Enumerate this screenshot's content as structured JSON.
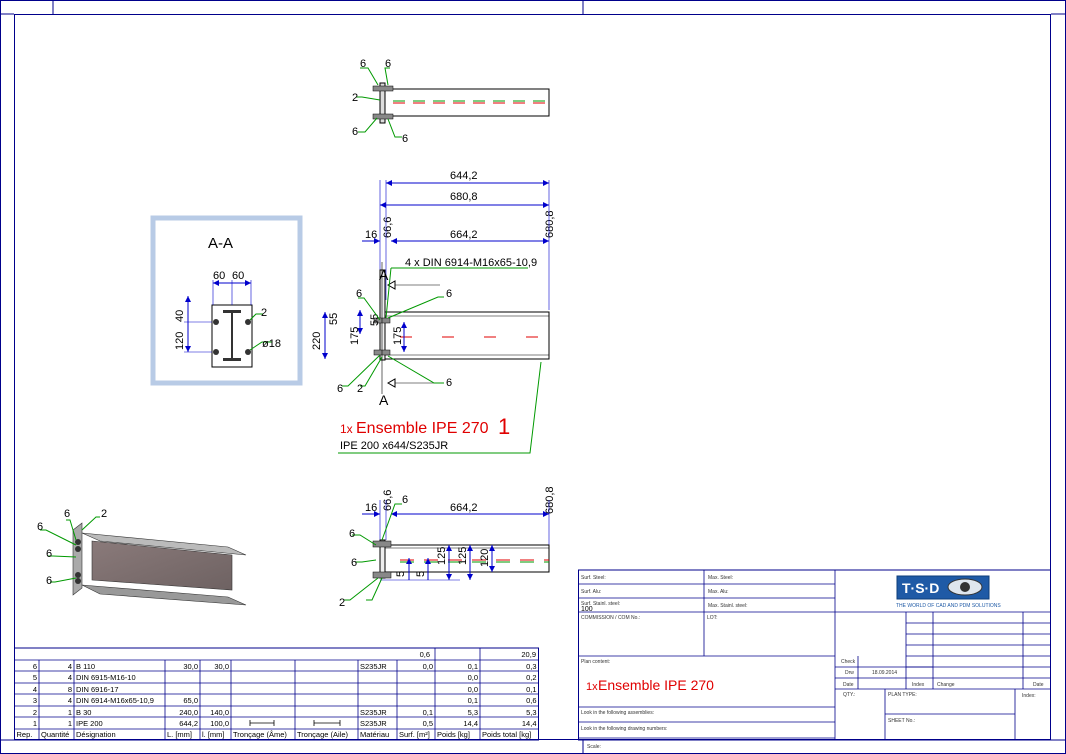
{
  "colors": {
    "dimension": "#0000cc",
    "leader": "#009900",
    "title_red": "#e00000",
    "frame": "#00008b"
  },
  "section": {
    "title": "A-A",
    "top_dims": [
      "60",
      "60"
    ],
    "left_dims": [
      "120",
      "40"
    ],
    "hole_label": "ø18",
    "part_label": "2"
  },
  "top_view": {
    "labels": [
      "6",
      "6",
      "2",
      "6",
      "6"
    ]
  },
  "front_view": {
    "dims": {
      "d1": "644,2",
      "d2": "680,8",
      "d3": "664,2",
      "d4": "680,8",
      "d5": "16",
      "d6": "66,6"
    },
    "vertical_dims": [
      "220",
      "55",
      "175",
      "55",
      "175"
    ],
    "bolt_note": "4 x DIN 6914-M16x65-10,9",
    "section_marks": [
      "A",
      "A"
    ],
    "part_labels": [
      "6",
      "6",
      "6",
      "2",
      "6"
    ],
    "assembly_prefix": "1x",
    "assembly_name": "Ensemble IPE 270",
    "assembly_number": "1",
    "profile_note": "IPE 200 x644/S235JR"
  },
  "bottom_view": {
    "dims": {
      "d1": "16",
      "d2": "66,6",
      "d3": "664,2",
      "d4": "680,8"
    },
    "vertical_dims": [
      "125",
      "125",
      "120",
      "5",
      "5"
    ],
    "part_labels": [
      "6",
      "6",
      "6",
      "2"
    ]
  },
  "iso_view": {
    "labels": [
      "6",
      "2",
      "6",
      "6",
      "6"
    ]
  },
  "bom": {
    "summary": [
      "0,6",
      "20,9"
    ],
    "headers": [
      "Rep.",
      "Quantité",
      "Désignation",
      "L. [mm]",
      "l. [mm]",
      "Tronçage (Âme)",
      "Tronçage (Aile)",
      "Matériau",
      "Surf. [m²]",
      "Poids [kg]",
      "Poids total [kg]"
    ],
    "rows": [
      [
        "6",
        "4",
        "B 110",
        "30,0",
        "30,0",
        "",
        "",
        "S235JR",
        "0,0",
        "0,1",
        "0,3"
      ],
      [
        "5",
        "4",
        "DIN 6915-M16-10",
        "",
        "",
        "",
        "",
        "",
        "",
        "0,0",
        "0,2"
      ],
      [
        "4",
        "8",
        "DIN 6916-17",
        "",
        "",
        "",
        "",
        "",
        "",
        "0,0",
        "0,1"
      ],
      [
        "3",
        "4",
        "DIN 6914-M16x65-10,9",
        "65,0",
        "",
        "",
        "",
        "",
        "",
        "0,1",
        "0,6"
      ],
      [
        "2",
        "1",
        "B 30",
        "240,0",
        "140,0",
        "",
        "",
        "S235JR",
        "0,1",
        "5,3",
        "5,3"
      ],
      [
        "1",
        "1",
        "IPE 200",
        "644,2",
        "100,0",
        "",
        "",
        "S235JR",
        "0,5",
        "14,4",
        "14,4"
      ]
    ]
  },
  "title_block": {
    "labels": {
      "surf_steel": "Surf. Steel:",
      "max_steel": "Max. Steel:",
      "surf_alu": "Surf. Alu:",
      "max_alu": "Max. Alu:",
      "surf_stainl": "Surf. Stainl. steel:",
      "max_stainl": "Max. Stainl. steel:",
      "commission": "COMMISSION / COM No.:",
      "lot": "LOT:",
      "plan_content": "Plan content:",
      "check": "Check",
      "drw": "Drw",
      "date_lbl": "Date",
      "index": "Index",
      "change": "Change",
      "date2": "Date",
      "qty": "QTY.:",
      "plan_type": "PLAN TYPE:",
      "index2": "Index:",
      "sheet_no": "SHEET No.:",
      "scale": "Scale:",
      "assembly_ref": "Look in the following assemblies:",
      "drawing_ref": "Look in the following drawing numbers:"
    },
    "surf_stainl_value": "100",
    "drw_date": "18.09.2014",
    "content_prefix": "1x",
    "content_name": "Ensemble IPE 270",
    "logo_text": "T·S·D",
    "logo_tagline": "THE WORLD OF CAD AND PDM SOLUTIONS"
  }
}
